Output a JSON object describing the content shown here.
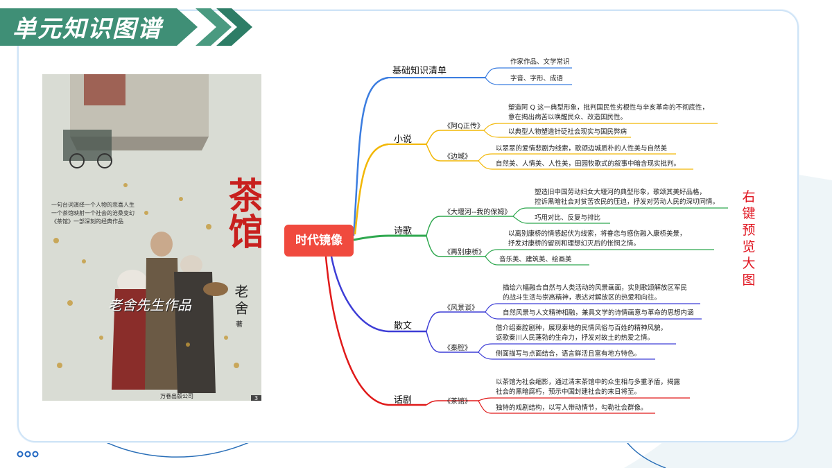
{
  "header": {
    "title": "单元知识图谱"
  },
  "cover": {
    "title": "茶馆",
    "author": "老舍",
    "author_suffix": "著",
    "blurb": [
      "一句台词演绎一个人物的悲喜人生",
      "一个茶馆映射一个社会的沧桑变幻",
      "《茶馆》一部深刻的经典作品"
    ],
    "calligraphy": "老舍先生作品",
    "publisher": "万卷出版公司",
    "page_badge": "3"
  },
  "side_note": "右键预览大图",
  "colors": {
    "header_green": "#3f8f76",
    "central_red": "#f04a3e",
    "blue": "#3b7de0",
    "yellow": "#f2b705",
    "green": "#2fa84f",
    "navy": "#3d3dd6",
    "red": "#e01a1a"
  },
  "mindmap": {
    "central": "时代镜像",
    "branches": [
      {
        "label": "基础知识清单",
        "color": "blue",
        "leaves": [
          "作家作品、文学常识",
          "字音、字形、成语"
        ]
      },
      {
        "label": "小说",
        "color": "yellow",
        "subs": [
          {
            "label": "《阿Q正传》",
            "leaves": [
              "塑造阿 Q 这一典型形象，批判国民性劣根性与辛亥革命的不彻底性，",
              "意在揭出病苦以唤醒民众、改造国民性。",
              "以典型人物塑造针砭社会现实与国民弊病"
            ]
          },
          {
            "label": "《边城》",
            "leaves": [
              "以翠翠的爱情悲剧为线索，歌颂边城质朴的人性美与自然美",
              "自然美、人情美、人性美，田园牧歌式的叙事中暗含现实批判。"
            ]
          }
        ]
      },
      {
        "label": "诗歌",
        "color": "green",
        "subs": [
          {
            "label": "《大堰河--我的保姆》",
            "leaves": [
              "塑造旧中国劳动妇女大堰河的典型形象，歌颂其美好品格，",
              "控诉黑暗社会对贫苦农民的压迫，抒发对劳动人民的深切同情。",
              "巧用对比、反复与排比"
            ]
          },
          {
            "label": "《再别康桥》",
            "leaves": [
              "以离别康桥的情感起伏为线索，将眷恋与感伤融入康桥美景，",
              "抒发对康桥的留别和理想幻灭后的怅惘之情。",
              "音乐美、建筑美、绘画美"
            ]
          }
        ]
      },
      {
        "label": "散文",
        "color": "navy",
        "subs": [
          {
            "label": "《风景谈》",
            "leaves": [
              "描绘六幅融合自然与人类活动的风景画面，实则歌颂解放区军民",
              "的战斗生活与崇高精神，表达对解放区的热爱和向往。",
              "自然风景与人文精神相融，兼具文学的诗情画意与革命的思想内涵"
            ]
          },
          {
            "label": "《秦腔》",
            "leaves": [
              "借介绍秦腔剧种，展现秦地的民情风俗与百姓的精神风貌，",
              "讴歌秦川人民蓬勃的生命力，抒发对故土的热爱之情。",
              "侧面描写与点面结合，语言鲜活且富有地方特色。"
            ]
          }
        ]
      },
      {
        "label": "话剧",
        "color": "red",
        "subs": [
          {
            "label": "《茶馆》",
            "leaves": [
              "以茶馆为社会缩影，通过清末茶馆中的众生相与多重矛盾，揭露",
              "社会的黑暗腐朽，预示中国封建社会的末日将至。",
              "独特的戏剧结构，以写人带动情节，勾勒社会群像。"
            ]
          }
        ]
      }
    ]
  }
}
